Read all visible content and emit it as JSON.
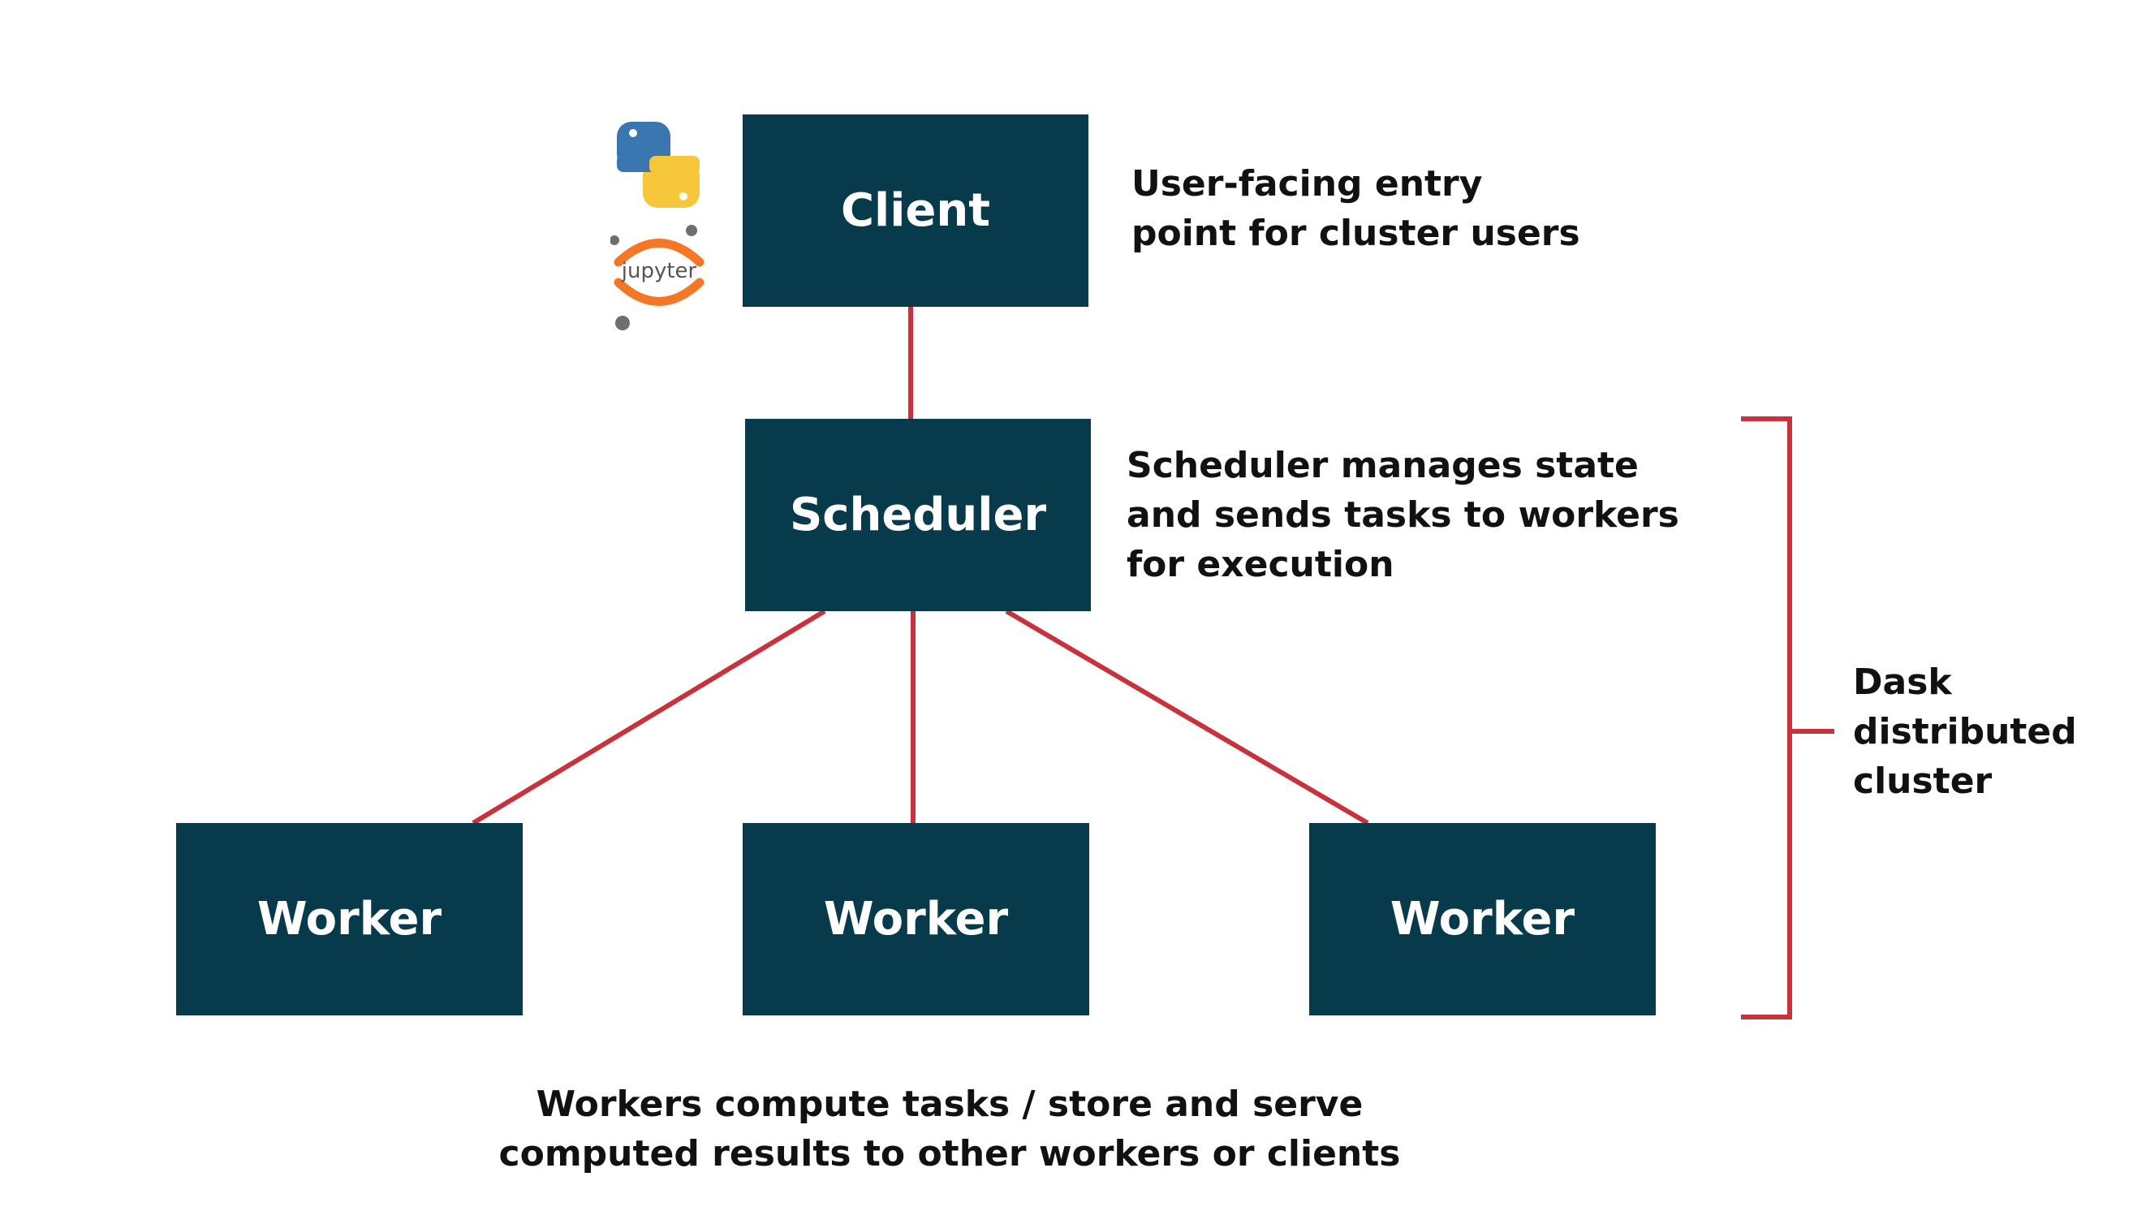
{
  "nodes": {
    "client": {
      "label": "Client"
    },
    "scheduler": {
      "label": "Scheduler"
    },
    "workers": [
      {
        "label": "Worker"
      },
      {
        "label": "Worker"
      },
      {
        "label": "Worker"
      }
    ]
  },
  "annotations": {
    "client": [
      "User-facing entry",
      "point for cluster users"
    ],
    "scheduler": [
      "Scheduler manages state",
      "and sends tasks to workers",
      "for execution"
    ],
    "cluster": [
      "Dask",
      "distributed",
      "cluster"
    ],
    "workers": [
      "Workers compute tasks / store and serve",
      "computed results to other workers or clients"
    ]
  },
  "logos": {
    "python": {
      "icon": "python-logo-icon"
    },
    "jupyter": {
      "icon": "jupyter-logo-icon",
      "text": "jupyter"
    }
  },
  "colors": {
    "box_fill": "#073b4c",
    "box_text": "#ffffff",
    "connector": "#c8323c",
    "text": "#111111"
  }
}
